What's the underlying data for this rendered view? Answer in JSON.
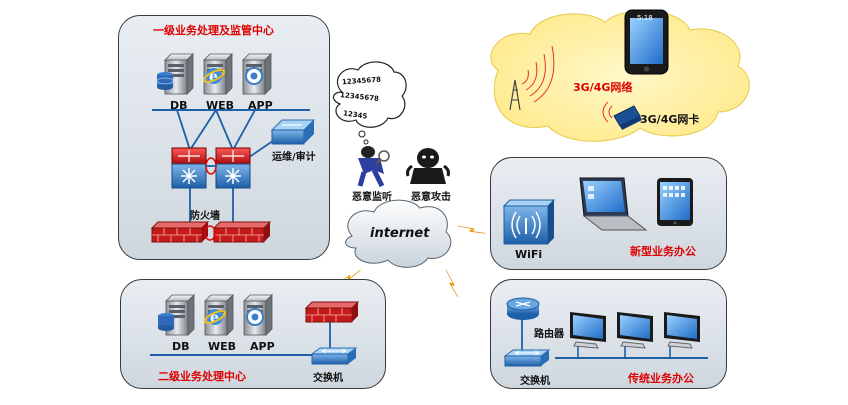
{
  "top_panel": {
    "title": "一级业务处理及监管中心",
    "servers": [
      "DB",
      "WEB",
      "APP"
    ],
    "ops_label": "运维/审计",
    "firewall_label": "防火墙"
  },
  "bottom_panel": {
    "title": "二级业务处理中心",
    "servers": [
      "DB",
      "WEB",
      "APP"
    ],
    "switch_label": "交换机"
  },
  "center": {
    "internet_label": "internet",
    "monitor_label": "恶意监听",
    "attack_label": "恶意攻击",
    "bubble_lines": [
      "12345678",
      "12345678",
      "12345"
    ]
  },
  "mobile": {
    "network_label": "3G/4G网络",
    "card_label": "3G/4G网卡",
    "phone_time": "5:18"
  },
  "new_office": {
    "wifi_label": "WiFi",
    "title": "新型业务办公"
  },
  "traditional_office": {
    "router_label": "路由器",
    "switch_label": "交换机",
    "title": "传统业务办公"
  }
}
